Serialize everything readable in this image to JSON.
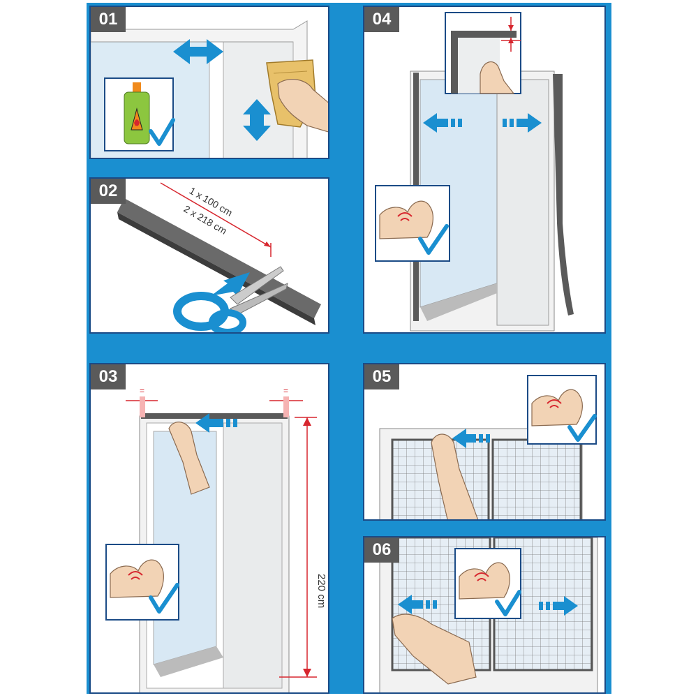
{
  "steps": [
    {
      "number": "01"
    },
    {
      "number": "02",
      "labels": [
        "1 x 100 cm",
        "2 x 218 cm"
      ]
    },
    {
      "number": "03",
      "labels": [
        "=",
        "=",
        "220 cm"
      ]
    },
    {
      "number": "04"
    },
    {
      "number": "05"
    },
    {
      "number": "06"
    }
  ],
  "colors": {
    "background": "#1a8fd0",
    "frame": "#1b4b86",
    "arrow": "#1a8fd0",
    "measure": "#d7262e",
    "check": "#1a8fd0",
    "tape": "#5a5a5a",
    "skin": "#f2d3b5"
  }
}
